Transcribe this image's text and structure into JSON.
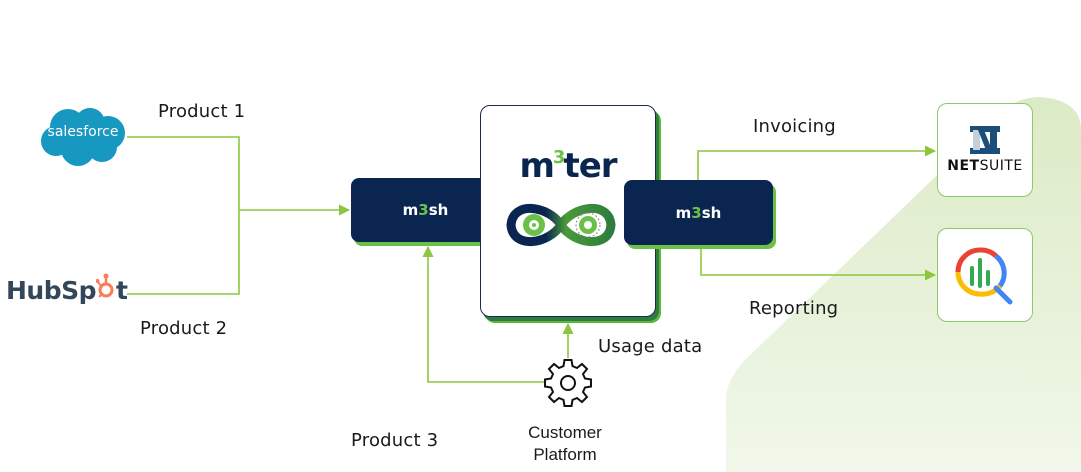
{
  "diagram": {
    "colors": {
      "connector": "#8cc63f",
      "m3sh_box": "#0b2551",
      "m3sh_accent": "#6cc04a",
      "m3ter_text": "#0b2551",
      "background_shape": "#e4f0d3"
    },
    "sources": [
      {
        "name": "salesforce",
        "logo_text": "salesforce",
        "flow_label": "Product 1"
      },
      {
        "name": "hubspot",
        "logo_text_a": "HubSp",
        "logo_text_b": "t",
        "flow_label": "Product 2"
      },
      {
        "name": "customer-platform",
        "label_line1": "Customer",
        "label_line2": "Platform",
        "flow_label": "Product 3"
      }
    ],
    "connectors": {
      "left": {
        "prefix": "m",
        "accent": "3",
        "suffix": "sh"
      },
      "right": {
        "prefix": "m",
        "accent": "3",
        "suffix": "sh"
      }
    },
    "core": {
      "logo_prefix": "m",
      "logo_sup": "3",
      "logo_suffix": "ter",
      "icon": "infinity-gears-icon"
    },
    "usage_label": "Usage data",
    "destinations": [
      {
        "name": "netsuite",
        "flow_label": "Invoicing",
        "logo_bold": "NET",
        "logo_regular": "SUITE"
      },
      {
        "name": "bigquery",
        "flow_label": "Reporting",
        "icon": "bigquery-icon"
      }
    ]
  }
}
